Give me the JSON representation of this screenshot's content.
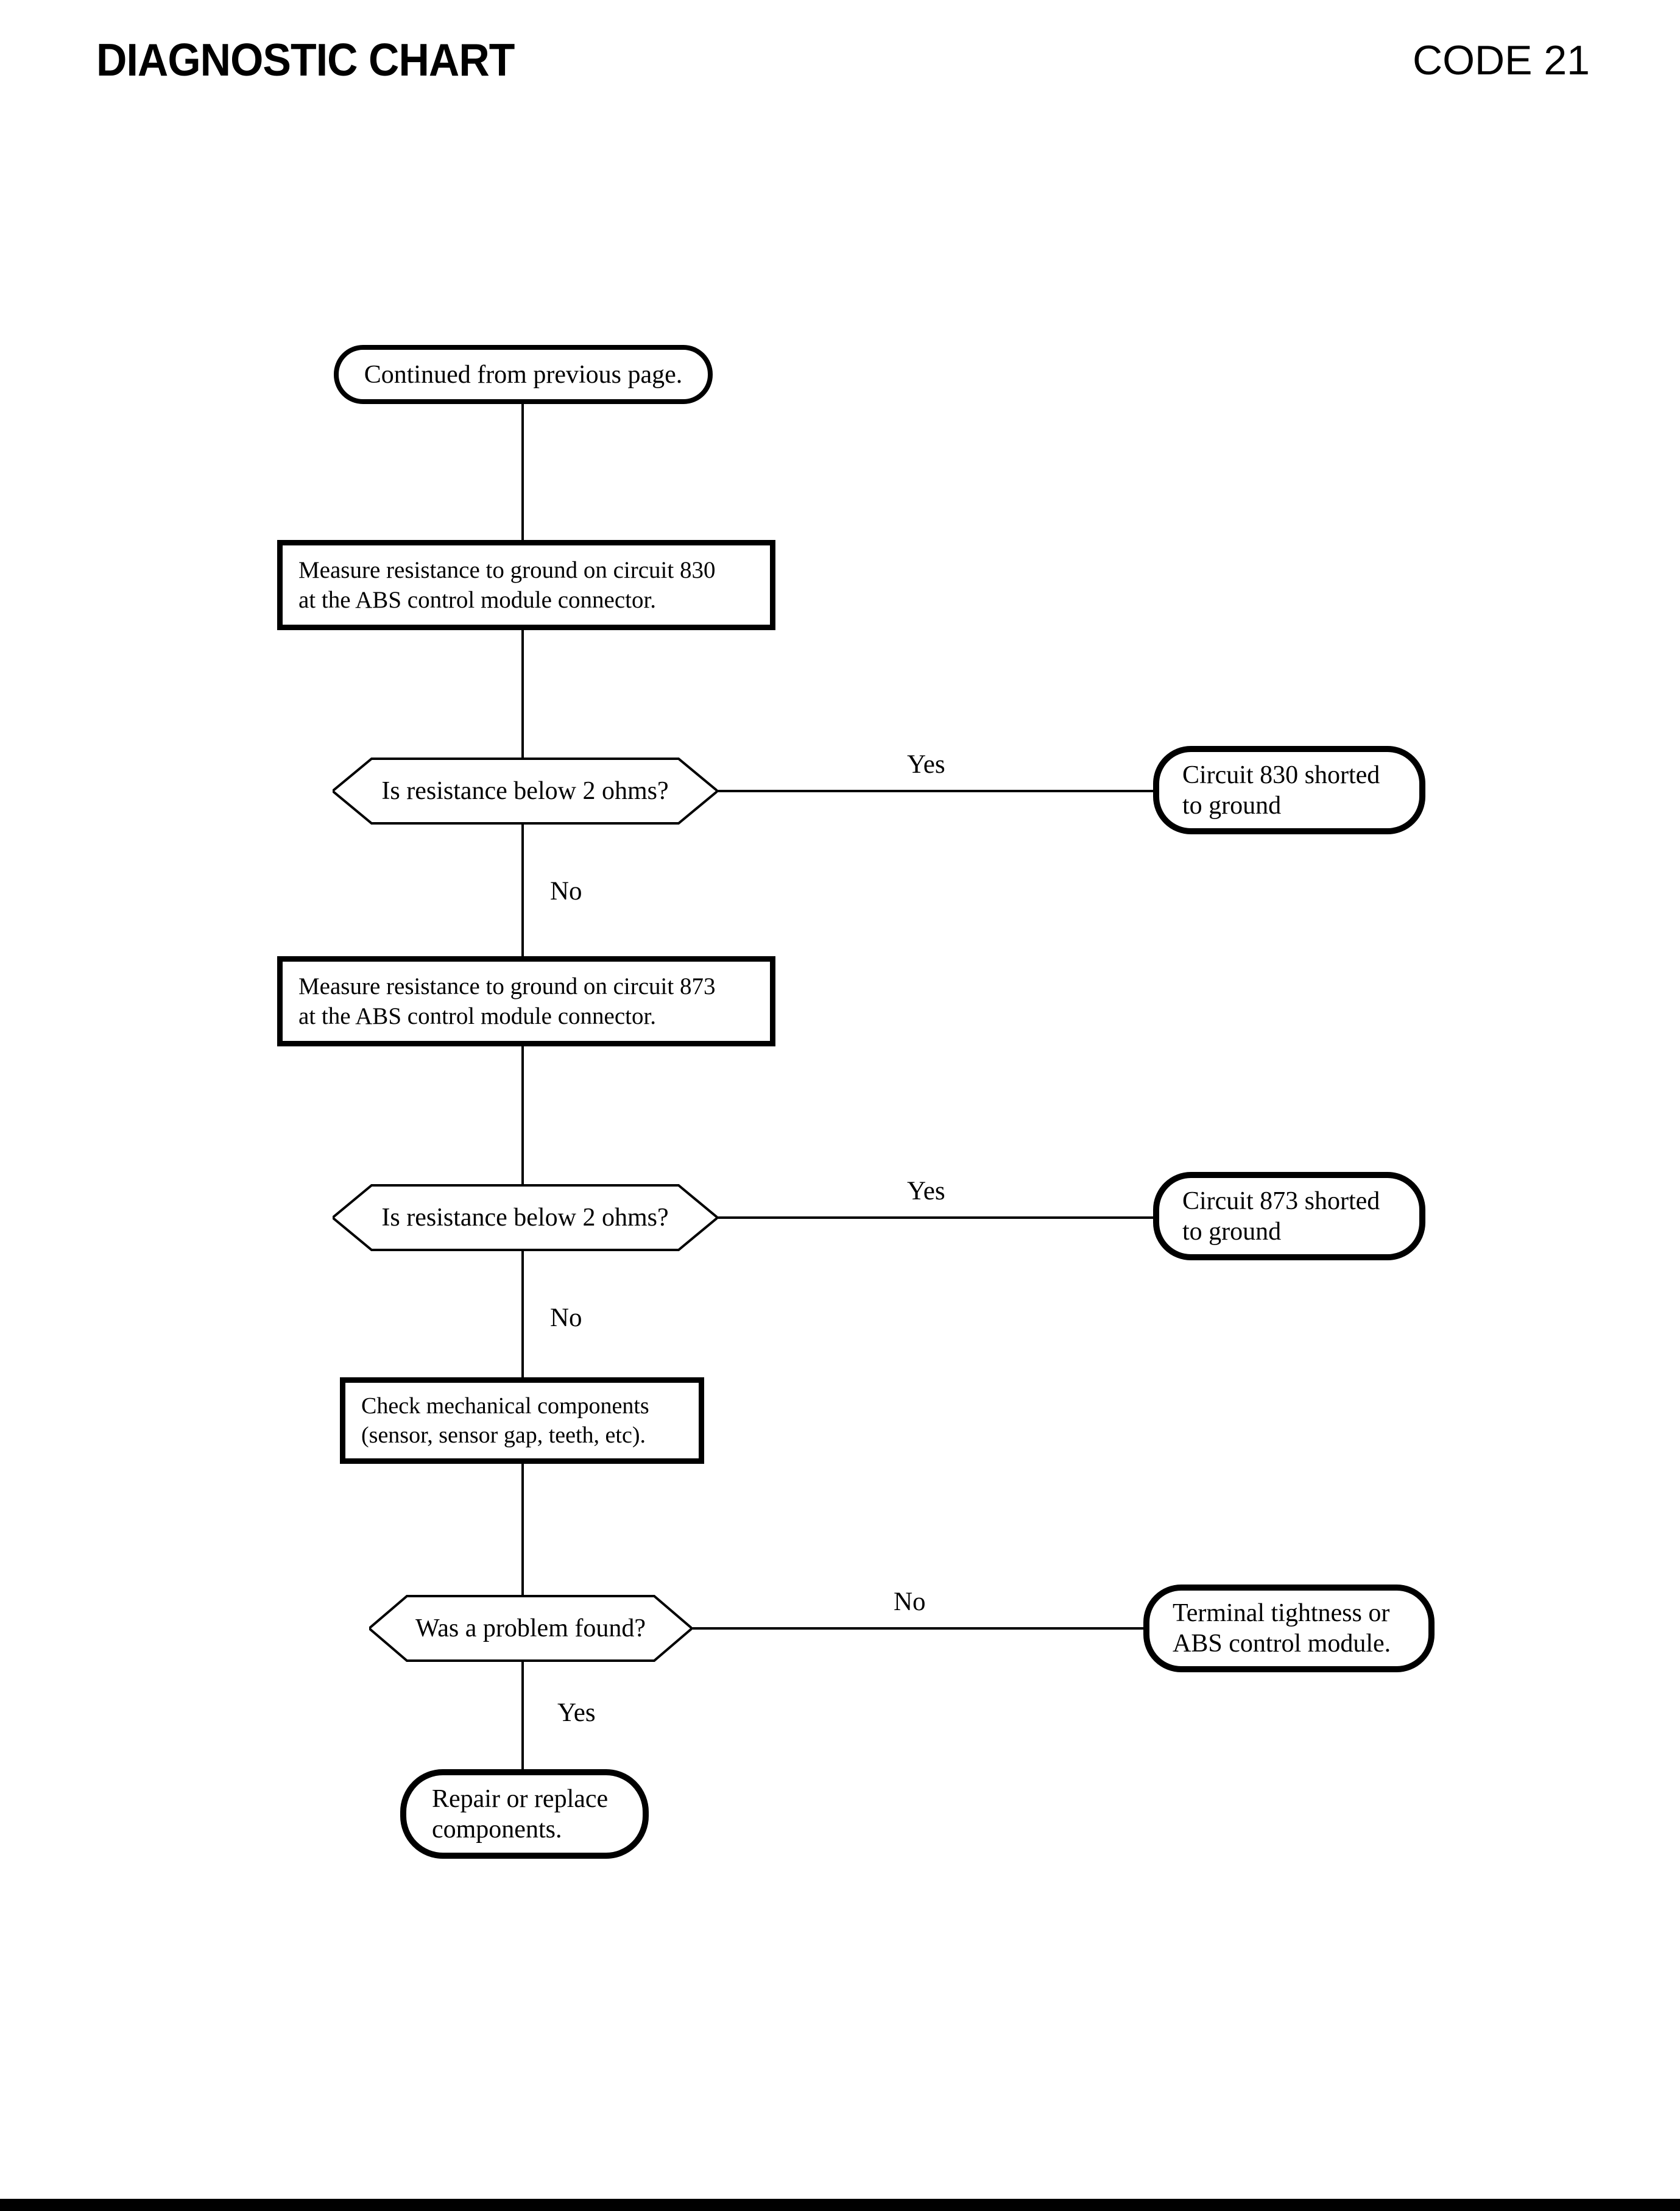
{
  "header": {
    "title": "DIAGNOSTIC CHART",
    "code": "CODE 21"
  },
  "colors": {
    "ink": "#000000",
    "paper": "#ffffff"
  },
  "diagram": {
    "type": "flowchart",
    "start": {
      "text": "Continued from previous page."
    },
    "measure_830": {
      "line1": "Measure resistance to ground on circuit 830",
      "line2": "at the ABS control module connector."
    },
    "decision_830": {
      "text": "Is resistance below 2 ohms?"
    },
    "result_830": {
      "line1": "Circuit 830 shorted",
      "line2": "to ground"
    },
    "measure_873": {
      "line1": "Measure resistance to ground on circuit 873",
      "line2": "at the ABS control module connector."
    },
    "decision_873": {
      "text": "Is resistance below 2 ohms?"
    },
    "result_873": {
      "line1": "Circuit 873 shorted",
      "line2": "to ground"
    },
    "check_mechanical": {
      "line1": "Check mechanical components",
      "line2": "(sensor, sensor gap, teeth, etc)."
    },
    "decision_problem": {
      "text": "Was a problem found?"
    },
    "result_terminal": {
      "line1": "Terminal tightness or",
      "line2": "ABS control module."
    },
    "result_repair": {
      "line1": "Repair or replace",
      "line2": "components."
    },
    "edge_labels": {
      "yes_830": "Yes",
      "no_830": "No",
      "yes_873": "Yes",
      "no_873": "No",
      "no_problem": "No",
      "yes_problem": "Yes"
    }
  }
}
